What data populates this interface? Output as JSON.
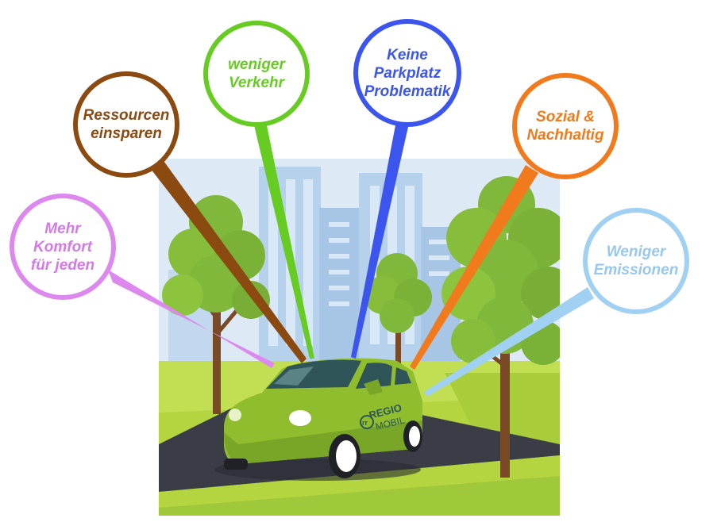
{
  "bubbles": {
    "ressourcen": {
      "text": "Ressourcen\neinsparen",
      "color": "#8a4a10"
    },
    "verkehr": {
      "text": "weniger\n  Verkehr",
      "color": "#66cc22"
    },
    "parkplatz": {
      "text": "Keine\nParkplatz\nProblematik",
      "color": "#3b55ee"
    },
    "sozial": {
      "text": "Sozial &\n Nachhaltig",
      "color": "#f07a1c"
    },
    "emissionen": {
      "text": "Weniger\nEmissionen",
      "color": "#a0d0f2"
    },
    "komfort": {
      "text": "Mehr\nKomfort\nfür jeden",
      "color": "#dd88ee"
    }
  },
  "car": {
    "logo_line1": "REGIO",
    "logo_line2": "MOBIL",
    "body_color": "#8fbd2e"
  }
}
